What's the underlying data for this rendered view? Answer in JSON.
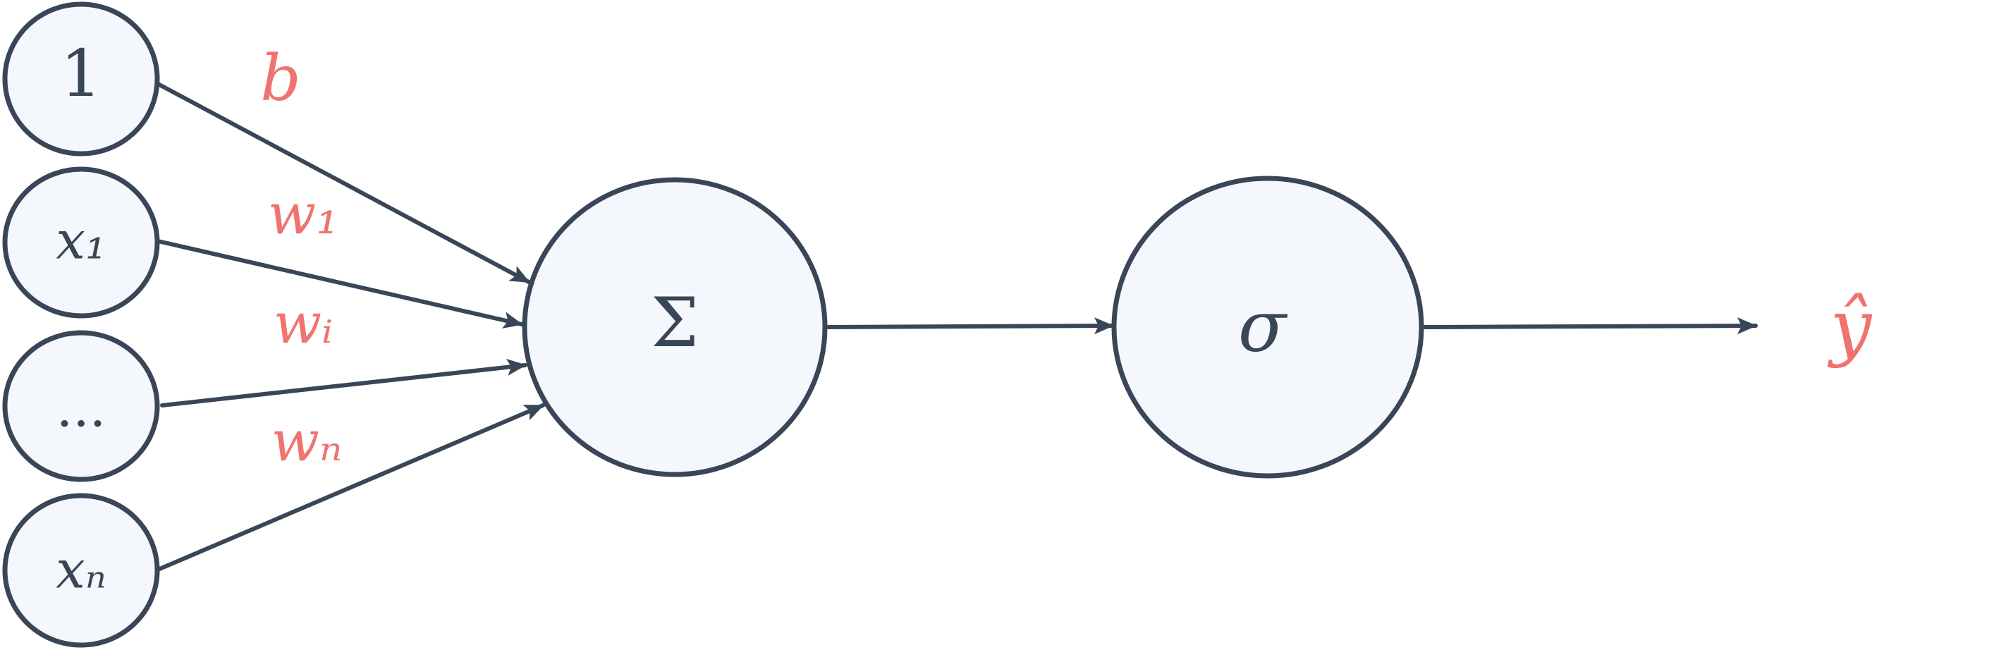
{
  "nodes": {
    "bias_input": "1",
    "input_1": "x₁",
    "input_ellipsis": "...",
    "input_n": "xₙ",
    "summation": "Σ",
    "activation": "σ"
  },
  "weights": {
    "bias": "b",
    "w1": "w₁",
    "wi": "wᵢ",
    "wn": "wₙ"
  },
  "output": {
    "label": "ŷ"
  },
  "colors": {
    "node_fill": "#f4f8fc",
    "stroke": "#394657",
    "weight_label": "#ef7470"
  }
}
